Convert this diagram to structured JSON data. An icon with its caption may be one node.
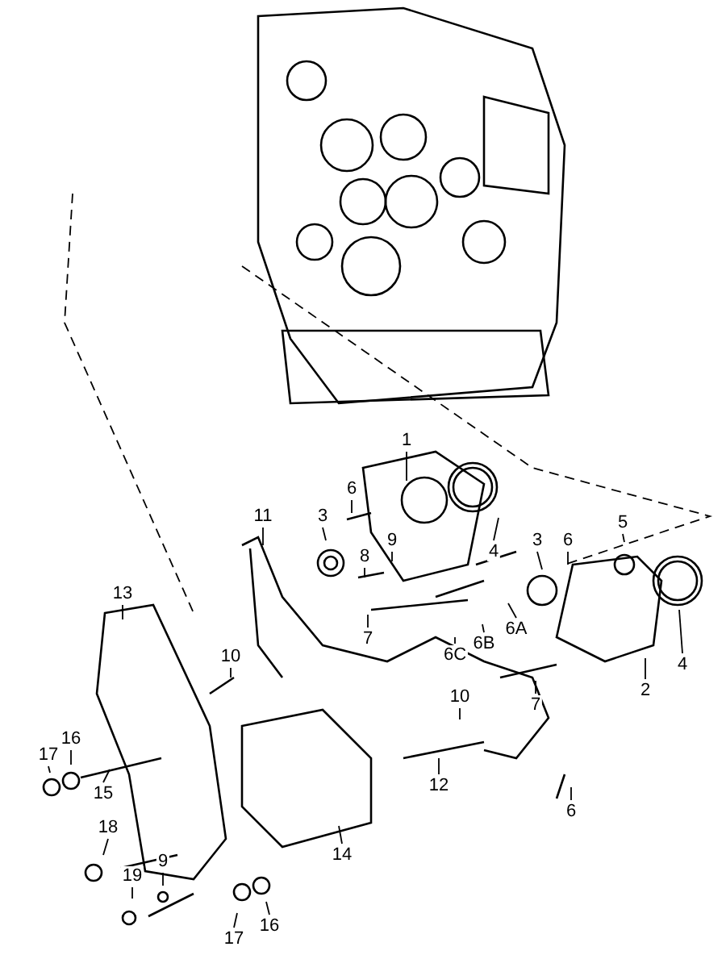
{
  "diagram": {
    "nodes": [
      {
        "text": [
          "1"
        ]
      },
      {
        "text": [
          "6"
        ]
      },
      {
        "text": [
          "3"
        ]
      },
      {
        "text": [
          "11"
        ]
      },
      {
        "text": [
          "4"
        ]
      },
      {
        "text": [
          "9"
        ]
      },
      {
        "text": [
          "8"
        ]
      },
      {
        "text": [
          "6"
        ]
      },
      {
        "text": [
          "5"
        ]
      },
      {
        "text": [
          "6A"
        ]
      },
      {
        "text": [
          "6B"
        ]
      },
      {
        "text": [
          "6C"
        ]
      },
      {
        "text": [
          "7"
        ]
      },
      {
        "text": [
          "3"
        ]
      },
      {
        "text": [
          "13"
        ]
      },
      {
        "text": [
          "4"
        ]
      },
      {
        "text": [
          "10"
        ]
      },
      {
        "text": [
          "2"
        ]
      },
      {
        "text": [
          "10"
        ]
      },
      {
        "text": [
          "7"
        ]
      },
      {
        "text": [
          "16"
        ]
      },
      {
        "text": [
          "17"
        ]
      },
      {
        "text": [
          "15"
        ]
      },
      {
        "text": [
          "12"
        ]
      },
      {
        "text": [
          "6"
        ]
      },
      {
        "text": [
          "14"
        ]
      },
      {
        "text": [
          "18"
        ]
      },
      {
        "text": [
          "9"
        ]
      },
      {
        "text": [
          "19"
        ]
      },
      {
        "text": [
          "16"
        ]
      },
      {
        "text": [
          "17"
        ]
      }
    ],
    "edges": [
      {
        "from": 0,
        "to": null,
        "arrow": "none"
      },
      {
        "from": 1,
        "to": null,
        "arrow": "none"
      },
      {
        "from": 2,
        "to": null,
        "arrow": "none"
      },
      {
        "from": 3,
        "to": null,
        "arrow": "none"
      },
      {
        "from": 4,
        "to": null,
        "arrow": "none"
      },
      {
        "from": 5,
        "to": null,
        "arrow": "none"
      },
      {
        "from": 6,
        "to": null,
        "arrow": "none"
      },
      {
        "from": 7,
        "to": null,
        "arrow": "none"
      },
      {
        "from": 8,
        "to": null,
        "arrow": "none"
      },
      {
        "from": 9,
        "to": null,
        "arrow": "none"
      },
      {
        "from": 10,
        "to": null,
        "arrow": "none"
      },
      {
        "from": 11,
        "to": null,
        "arrow": "none"
      },
      {
        "from": 12,
        "to": null,
        "arrow": "none"
      },
      {
        "from": 13,
        "to": null,
        "arrow": "none"
      },
      {
        "from": 14,
        "to": null,
        "arrow": "none"
      },
      {
        "from": 15,
        "to": null,
        "arrow": "none"
      },
      {
        "from": 16,
        "to": null,
        "arrow": "none"
      },
      {
        "from": 17,
        "to": null,
        "arrow": "none"
      },
      {
        "from": 18,
        "to": null,
        "arrow": "none"
      },
      {
        "from": 19,
        "to": null,
        "arrow": "none"
      },
      {
        "from": 20,
        "to": null,
        "arrow": "none"
      },
      {
        "from": 21,
        "to": null,
        "arrow": "none"
      },
      {
        "from": 22,
        "to": null,
        "arrow": "none"
      },
      {
        "from": 23,
        "to": null,
        "arrow": "none"
      },
      {
        "from": 24,
        "to": null,
        "arrow": "none"
      },
      {
        "from": 25,
        "to": null,
        "arrow": "none"
      },
      {
        "from": 26,
        "to": null,
        "arrow": "none"
      },
      {
        "from": 27,
        "to": null,
        "arrow": "none"
      },
      {
        "from": 28,
        "to": null,
        "arrow": "none"
      },
      {
        "from": 29,
        "to": null,
        "arrow": "none"
      },
      {
        "from": 30,
        "to": null,
        "arrow": "none"
      }
    ]
  }
}
